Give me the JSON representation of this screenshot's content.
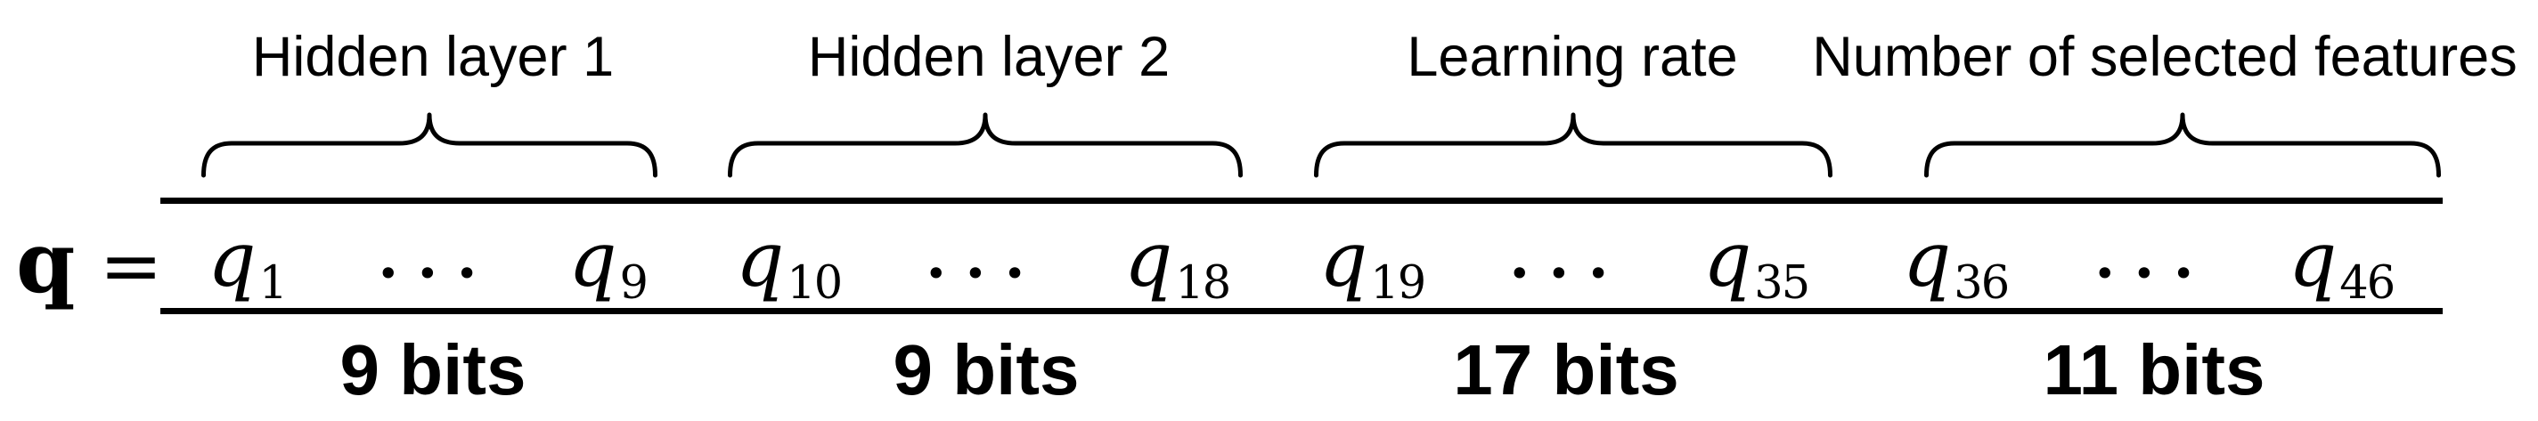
{
  "figure": {
    "description_colors": {
      "ink": "#000000",
      "background": "#ffffff"
    }
  },
  "formula": {
    "lhs_symbol": "q",
    "equals": "="
  },
  "segments": [
    {
      "label": "Hidden layer 1",
      "bits": "9 bits",
      "cells": {
        "first_base": "q",
        "first_sub": "1",
        "ellipsis": "···",
        "last_base": "q",
        "last_sub": "9"
      }
    },
    {
      "label": "Hidden layer 2",
      "bits": "9 bits",
      "cells": {
        "first_base": "q",
        "first_sub": "10",
        "ellipsis": "···",
        "last_base": "q",
        "last_sub": "18"
      }
    },
    {
      "label": "Learning rate",
      "bits": "17 bits",
      "cells": {
        "first_base": "q",
        "first_sub": "19",
        "ellipsis": "···",
        "last_base": "q",
        "last_sub": "35"
      }
    },
    {
      "label": "Number of selected features",
      "bits": "11 bits",
      "cells": {
        "first_base": "q",
        "first_sub": "36",
        "ellipsis": "···",
        "last_base": "q",
        "last_sub": "46"
      }
    }
  ]
}
